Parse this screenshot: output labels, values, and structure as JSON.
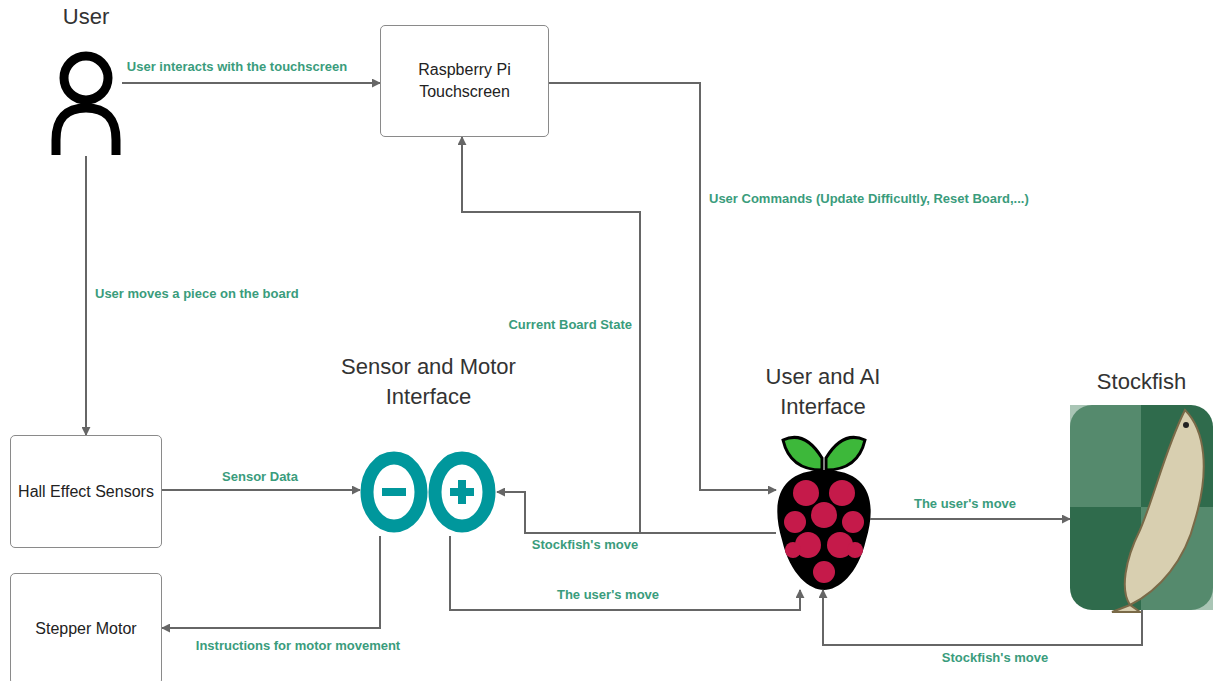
{
  "diagram": {
    "nodes": [
      {
        "text": [
          "User"
        ]
      },
      {
        "text": [
          "Raspberry Pi Touchscreen"
        ]
      },
      {
        "text": [
          "Hall Effect Sensors"
        ]
      },
      {
        "text": [
          "Stepper Motor"
        ]
      },
      {
        "text": [
          "Sensor and Motor Interface"
        ]
      },
      {
        "text": [
          "User and AI Interface"
        ]
      },
      {
        "text": [
          "Stockfish"
        ]
      }
    ],
    "edges": [
      {
        "from": 0,
        "to": 1,
        "arrow": "to",
        "label": "User interacts with the touchscreen"
      },
      {
        "from": 0,
        "to": 2,
        "arrow": "to",
        "label": "User moves a piece on the board"
      },
      {
        "from": 1,
        "to": 5,
        "arrow": "to",
        "label": "User Commands (Update Difficultly, Reset Board,...)"
      },
      {
        "from": 5,
        "to": 1,
        "arrow": "to",
        "label": "Current Board State"
      },
      {
        "from": 2,
        "to": 4,
        "arrow": "to",
        "label": "Sensor Data"
      },
      {
        "from": 5,
        "to": 4,
        "arrow": "to",
        "label": "Stockfish's move"
      },
      {
        "from": 4,
        "to": 3,
        "arrow": "to",
        "label": "Instructions for motor movement"
      },
      {
        "from": 4,
        "to": 5,
        "arrow": "to",
        "label": "The user's move"
      },
      {
        "from": 5,
        "to": 6,
        "arrow": "to",
        "label": "The user's move"
      },
      {
        "from": 6,
        "to": 5,
        "arrow": "to",
        "label": "Stockfish's move"
      }
    ]
  }
}
